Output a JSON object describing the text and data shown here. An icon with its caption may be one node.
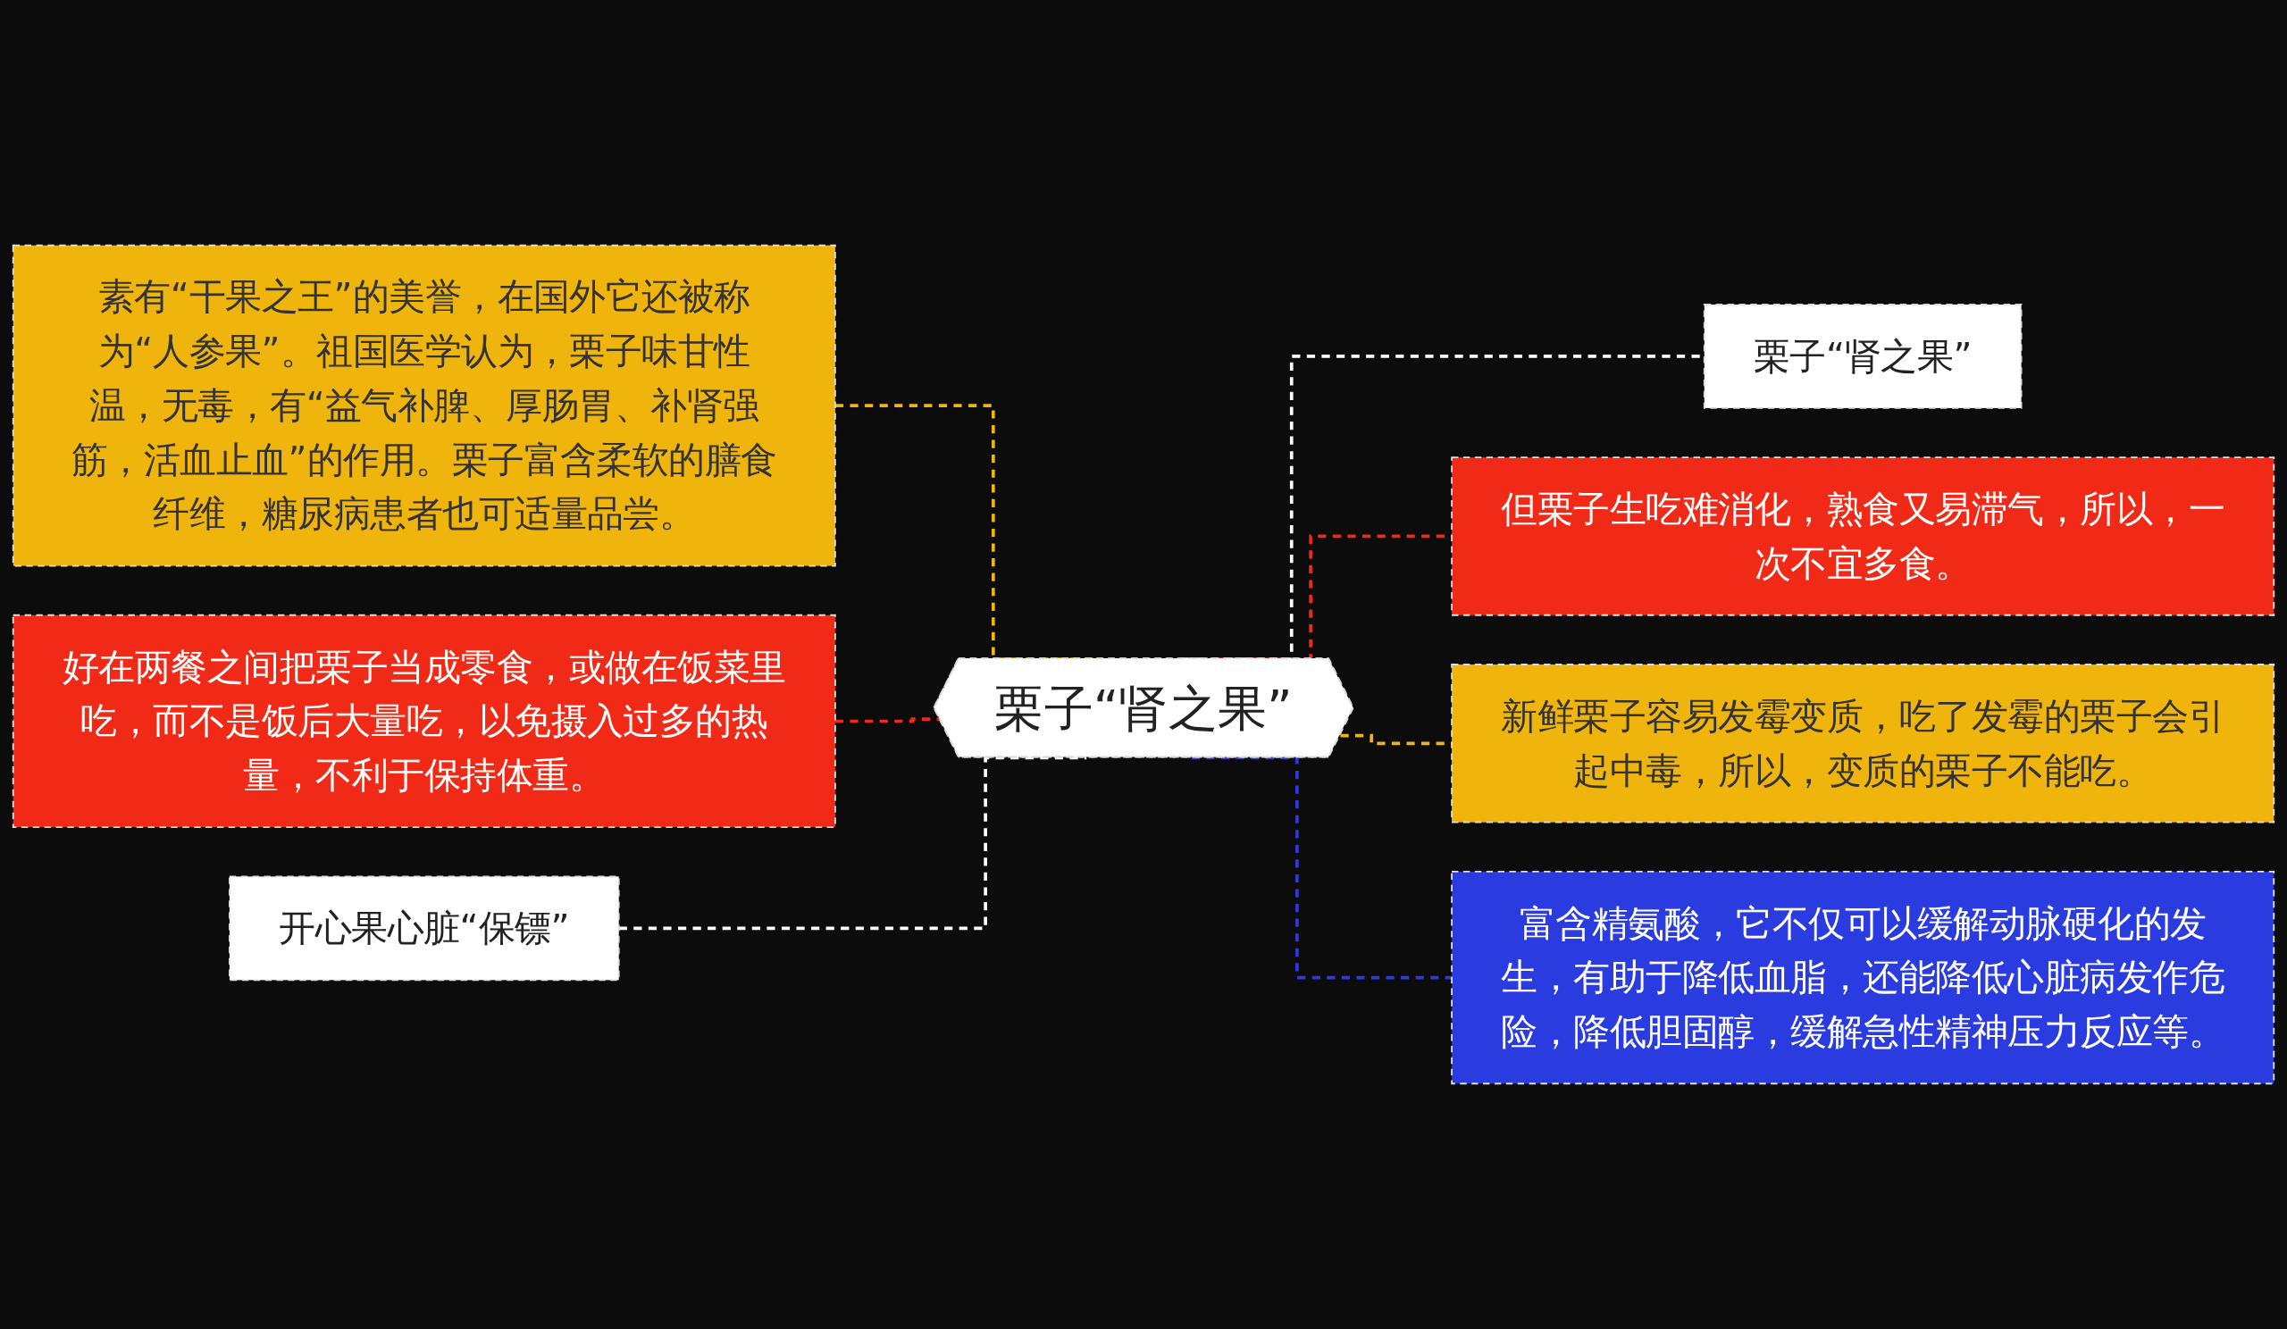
{
  "diagram": {
    "nodes": [
      {
        "text": [
          "栗子“肾之果”"
        ]
      },
      {
        "text": [
          "素有“干果之王”的美誉，在国外它还被称为“人参果”。祖国医学认为，栗子味甘性温，无毒，有“益气补脾、厚肠胃、补肾强筋，活血止血”的作用。栗子富含柔软的膳食纤维，糖尿病患者也可适量品尝。"
        ]
      },
      {
        "text": [
          "好在两餐之间把栗子当成零食，或做在饭菜里吃，而不是饭后大量吃，以免摄入过多的热量，不利于保持体重。"
        ]
      },
      {
        "text": [
          "开心果心脏“保镖”"
        ]
      },
      {
        "text": [
          "栗子“肾之果”"
        ]
      },
      {
        "text": [
          "但栗子生吃难消化，熟食又易滞气，所以，一次不宜多食。"
        ]
      },
      {
        "text": [
          "新鲜栗子容易发霉变质，吃了发霉的栗子会引起中毒，所以，变质的栗子不能吃。"
        ]
      },
      {
        "text": [
          "富含精氨酸，它不仅可以缓解动脉硬化的发生，有助于降低血脂，还能降低心脏病发作危险，降低胆固醇，缓解急性精神压力反应等。"
        ]
      }
    ],
    "edges": [
      {
        "from": 0,
        "to": 1,
        "arrow": "none",
        "style": "dashed",
        "color": "#f0b50c"
      },
      {
        "from": 0,
        "to": 2,
        "arrow": "none",
        "style": "dashed",
        "color": "#f02a16"
      },
      {
        "from": 0,
        "to": 3,
        "arrow": "none",
        "style": "dashed",
        "color": "#ffffff"
      },
      {
        "from": 0,
        "to": 4,
        "arrow": "none",
        "style": "dashed",
        "color": "#ffffff"
      },
      {
        "from": 0,
        "to": 5,
        "arrow": "none",
        "style": "dashed",
        "color": "#f02a16"
      },
      {
        "from": 0,
        "to": 6,
        "arrow": "none",
        "style": "dashed",
        "color": "#f0b50c"
      },
      {
        "from": 0,
        "to": 7,
        "arrow": "none",
        "style": "dashed",
        "color": "#2a3be0"
      }
    ]
  }
}
